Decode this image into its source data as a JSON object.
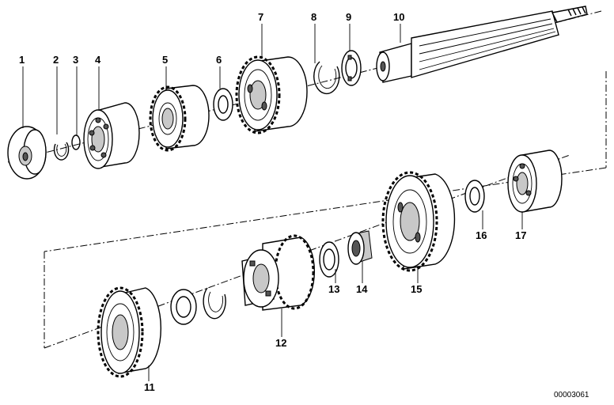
{
  "diagram": {
    "document_number": "00003061",
    "callouts": [
      "1",
      "2",
      "3",
      "4",
      "5",
      "6",
      "7",
      "8",
      "9",
      "10",
      "11",
      "12",
      "13",
      "14",
      "15",
      "16",
      "17"
    ]
  }
}
